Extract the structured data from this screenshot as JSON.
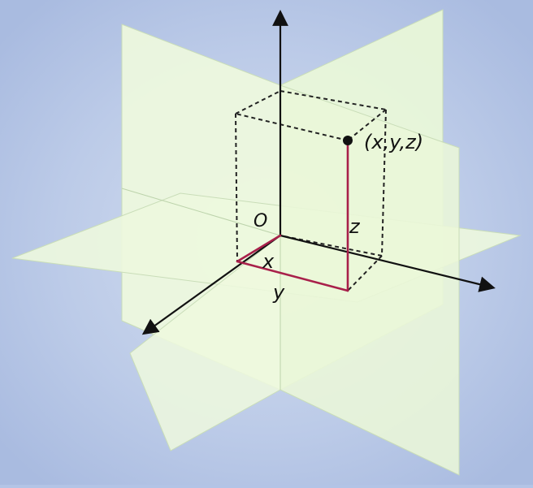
{
  "labels": {
    "origin": "O",
    "x": "x",
    "y": "y",
    "z": "z",
    "point": "(x,y,z)"
  },
  "colors": {
    "background": "#b3c4e6",
    "plane": "#ecf8dc",
    "axis": "#111111",
    "coordinate_path": "#a8204a",
    "box_edges": "#222222"
  }
}
